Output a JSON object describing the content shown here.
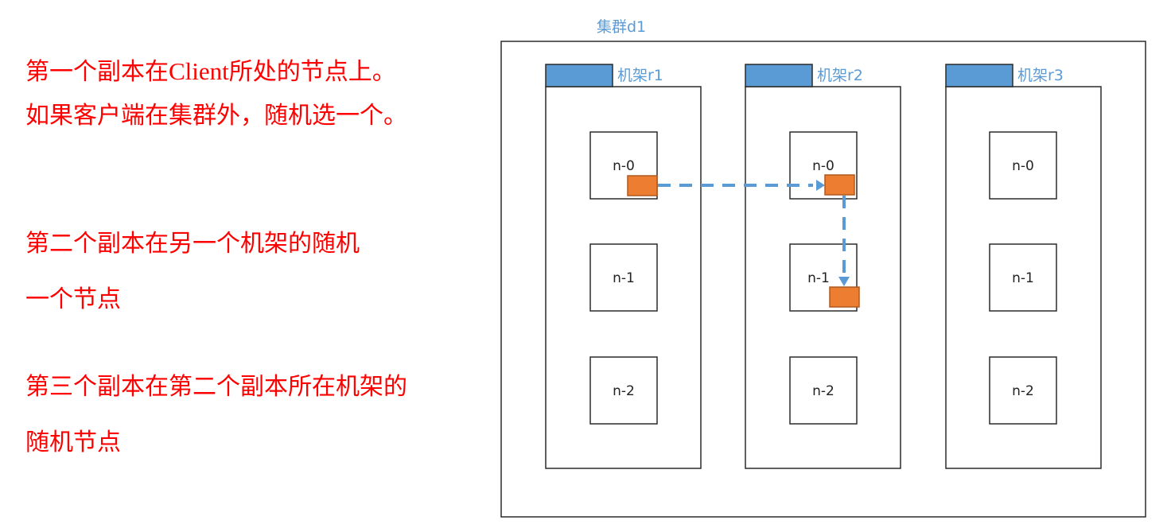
{
  "descriptions": {
    "first": {
      "line1_pre": "第一个副本在",
      "line1_latin": "Client",
      "line1_post": "所处的节点上。",
      "line2": "如果客户端在集群外，随机选一个。"
    },
    "second": {
      "line1": "第二个副本在另一个机架的随机",
      "line2": "一个节点"
    },
    "third": {
      "line1": "第三个副本在第二个副本所在机架的",
      "line2": "随机节点"
    }
  },
  "colors": {
    "description_text": "#ff0000",
    "label_blue": "#5b9bd5",
    "replica_orange": "#ed7d31",
    "border": "#2b2b2b"
  },
  "cluster": {
    "label": "集群d1",
    "racks": [
      {
        "label": "机架r1",
        "nodes": [
          "n-0",
          "n-1",
          "n-2"
        ]
      },
      {
        "label": "机架r2",
        "nodes": [
          "n-0",
          "n-1",
          "n-2"
        ]
      },
      {
        "label": "机架r3",
        "nodes": [
          "n-0",
          "n-1",
          "n-2"
        ]
      }
    ]
  },
  "replicas": [
    {
      "name": "replica-1",
      "rack": "机架r1",
      "node": "n-0"
    },
    {
      "name": "replica-2",
      "rack": "机架r2",
      "node": "n-0"
    },
    {
      "name": "replica-3",
      "rack": "机架r2",
      "node": "n-1"
    }
  ],
  "flows": [
    {
      "from": "replica-1",
      "to": "replica-2"
    },
    {
      "from": "replica-2",
      "to": "replica-3"
    }
  ]
}
